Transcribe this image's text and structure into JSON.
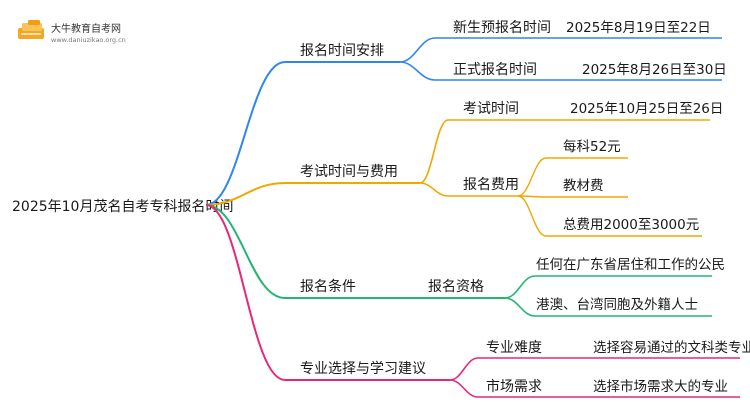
{
  "logo": {
    "name": "大牛教育自考网",
    "url": "www.daniuzikao.org.cn"
  },
  "root": "2025年10月茂名自考专科报名时间",
  "branches": [
    {
      "label": "报名时间安排",
      "color": "#2f86f0",
      "children": [
        {
          "label": "新生预报名时间",
          "value": "2025年8月19日至22日"
        },
        {
          "label": "正式报名时间",
          "value": "2025年8月26日至30日"
        }
      ]
    },
    {
      "label": "考试时间与费用",
      "color": "#f0a800",
      "children": [
        {
          "label": "考试时间",
          "value": "2025年10月25日至26日"
        },
        {
          "label": "报名费用",
          "items": [
            "每科52元",
            "教材费",
            "总费用2000至3000元"
          ]
        }
      ]
    },
    {
      "label": "报名条件",
      "color": "#22b573",
      "children": [
        {
          "label": "报名资格",
          "items": [
            "任何在广东省居住和工作的公民",
            "港澳、台湾同胞及外籍人士"
          ]
        }
      ]
    },
    {
      "label": "专业选择与学习建议",
      "color": "#e8267a",
      "children": [
        {
          "label": "专业难度",
          "value": "选择容易通过的文科类专业"
        },
        {
          "label": "市场需求",
          "value": "选择市场需求大的专业"
        }
      ]
    }
  ]
}
